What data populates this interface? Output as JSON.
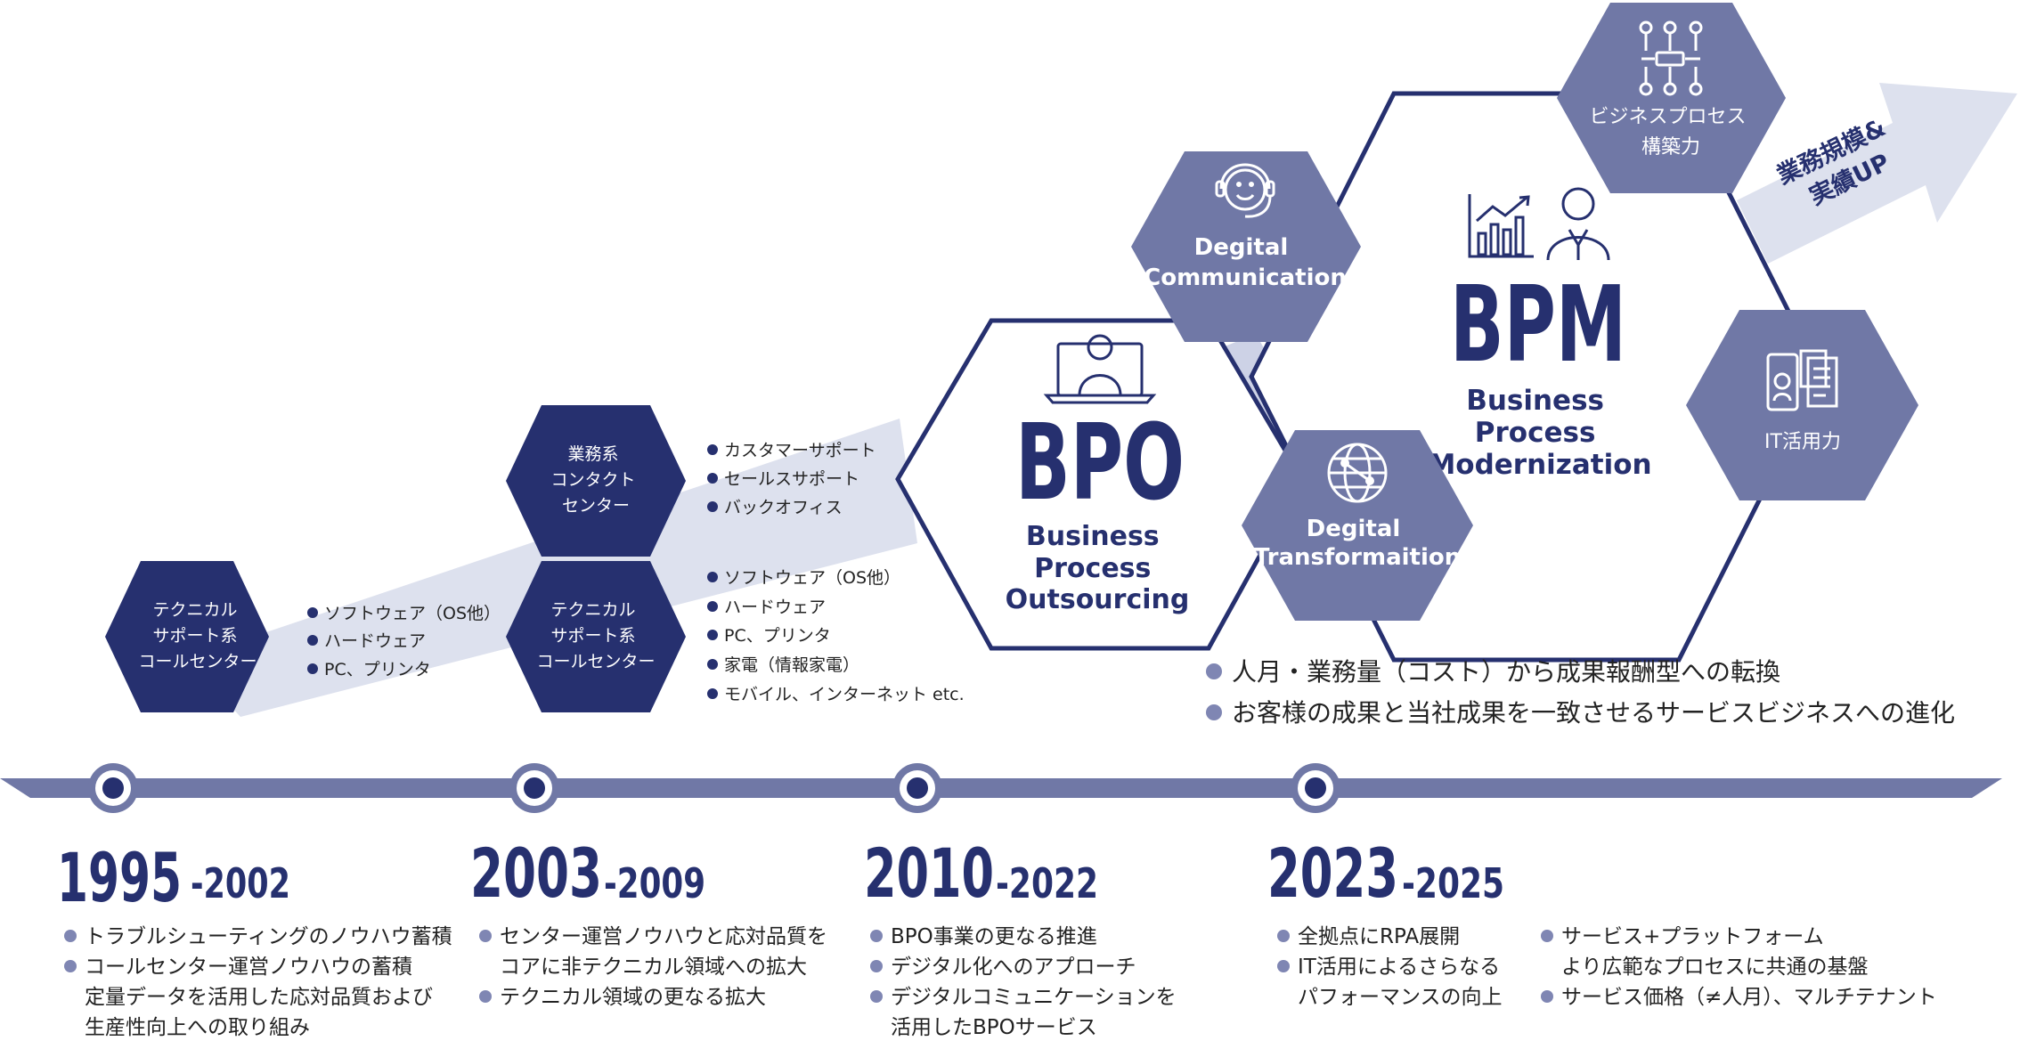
{
  "colors": {
    "navy": "#26306f",
    "slate": "#7078a6",
    "light_band": "#dde1ee",
    "bullet_gray": "#7f86b3"
  },
  "left_hexes": [
    {
      "lines": [
        "テクニカル",
        "サポート系",
        "コールセンター"
      ]
    },
    {
      "lines": [
        "業務系",
        "コンタクト",
        "センター"
      ]
    },
    {
      "lines": [
        "テクニカル",
        "サポート系",
        "コールセンター"
      ]
    }
  ],
  "left_bullets_1995": [
    "ソフトウェア（OS他）",
    "ハードウェア",
    "PC、プリンタ"
  ],
  "bullets_contact": [
    "カスタマーサポート",
    "セールスサポート",
    "バックオフィス"
  ],
  "bullets_tech_2003": [
    "ソフトウェア（OS他）",
    "ハードウェア",
    "PC、プリンタ",
    "家電（情報家電）",
    "モバイル、インターネット etc."
  ],
  "bpo": {
    "title": "BPO",
    "lines": [
      "Business",
      "Process",
      "Outsourcing"
    ],
    "icon": "laptop-user-icon"
  },
  "bpm": {
    "title": "BPM",
    "lines": [
      "Business",
      "Process",
      "Modernization"
    ],
    "icon": "chart-businessman-icon"
  },
  "satellites": {
    "digital_communication": {
      "lines": [
        "Degital",
        "Communication"
      ],
      "icon": "headset-smile-icon"
    },
    "digital_transformation": {
      "lines": [
        "Degital",
        "Transformaition"
      ],
      "icon": "globe-network-icon"
    },
    "business_process": {
      "lines": [
        "ビジネスプロセス",
        "構築力"
      ],
      "icon": "process-flow-icon"
    },
    "it": {
      "lines": [
        "IT活用力"
      ],
      "icon": "mobile-documents-icon"
    }
  },
  "growth_arrow": {
    "lines": [
      "業務規模&",
      "実績UP"
    ]
  },
  "key_points": [
    "人月・業務量（コスト）から成果報酬型への転換",
    "お客様の成果と当社成果を一致させるサービスビジネスへの進化"
  ],
  "timeline": [
    {
      "start": "1995",
      "end": "-2002",
      "bullets": [
        {
          "lines": [
            "トラブルシューティングのノウハウ蓄積"
          ]
        },
        {
          "lines": [
            "コールセンター運営ノウハウの蓄積",
            "定量データを活用した応対品質および",
            "生産性向上への取り組み"
          ]
        }
      ]
    },
    {
      "start": "2003",
      "end": "-2009",
      "bullets": [
        {
          "lines": [
            "センター運営ノウハウと応対品質を",
            "コアに非テクニカル領域への拡大"
          ]
        },
        {
          "lines": [
            "テクニカル領域の更なる拡大"
          ]
        }
      ]
    },
    {
      "start": "2010",
      "end": "-2022",
      "bullets": [
        {
          "lines": [
            "BPO事業の更なる推進"
          ]
        },
        {
          "lines": [
            "デジタル化へのアプローチ"
          ]
        },
        {
          "lines": [
            "デジタルコミュニケーションを",
            "活用したBPOサービス"
          ]
        }
      ]
    },
    {
      "start": "2023",
      "end": "-2025",
      "bullets": [
        {
          "lines": [
            "全拠点にRPA展開"
          ]
        },
        {
          "lines": [
            "IT活用によるさらなる",
            "パフォーマンスの向上"
          ]
        }
      ],
      "bullets_col2": [
        {
          "lines": [
            "サービス+プラットフォーム",
            "より広範なプロセスに共通の基盤"
          ]
        },
        {
          "lines": [
            "サービス価格（≠人月）、マルチテナント"
          ]
        }
      ]
    }
  ]
}
